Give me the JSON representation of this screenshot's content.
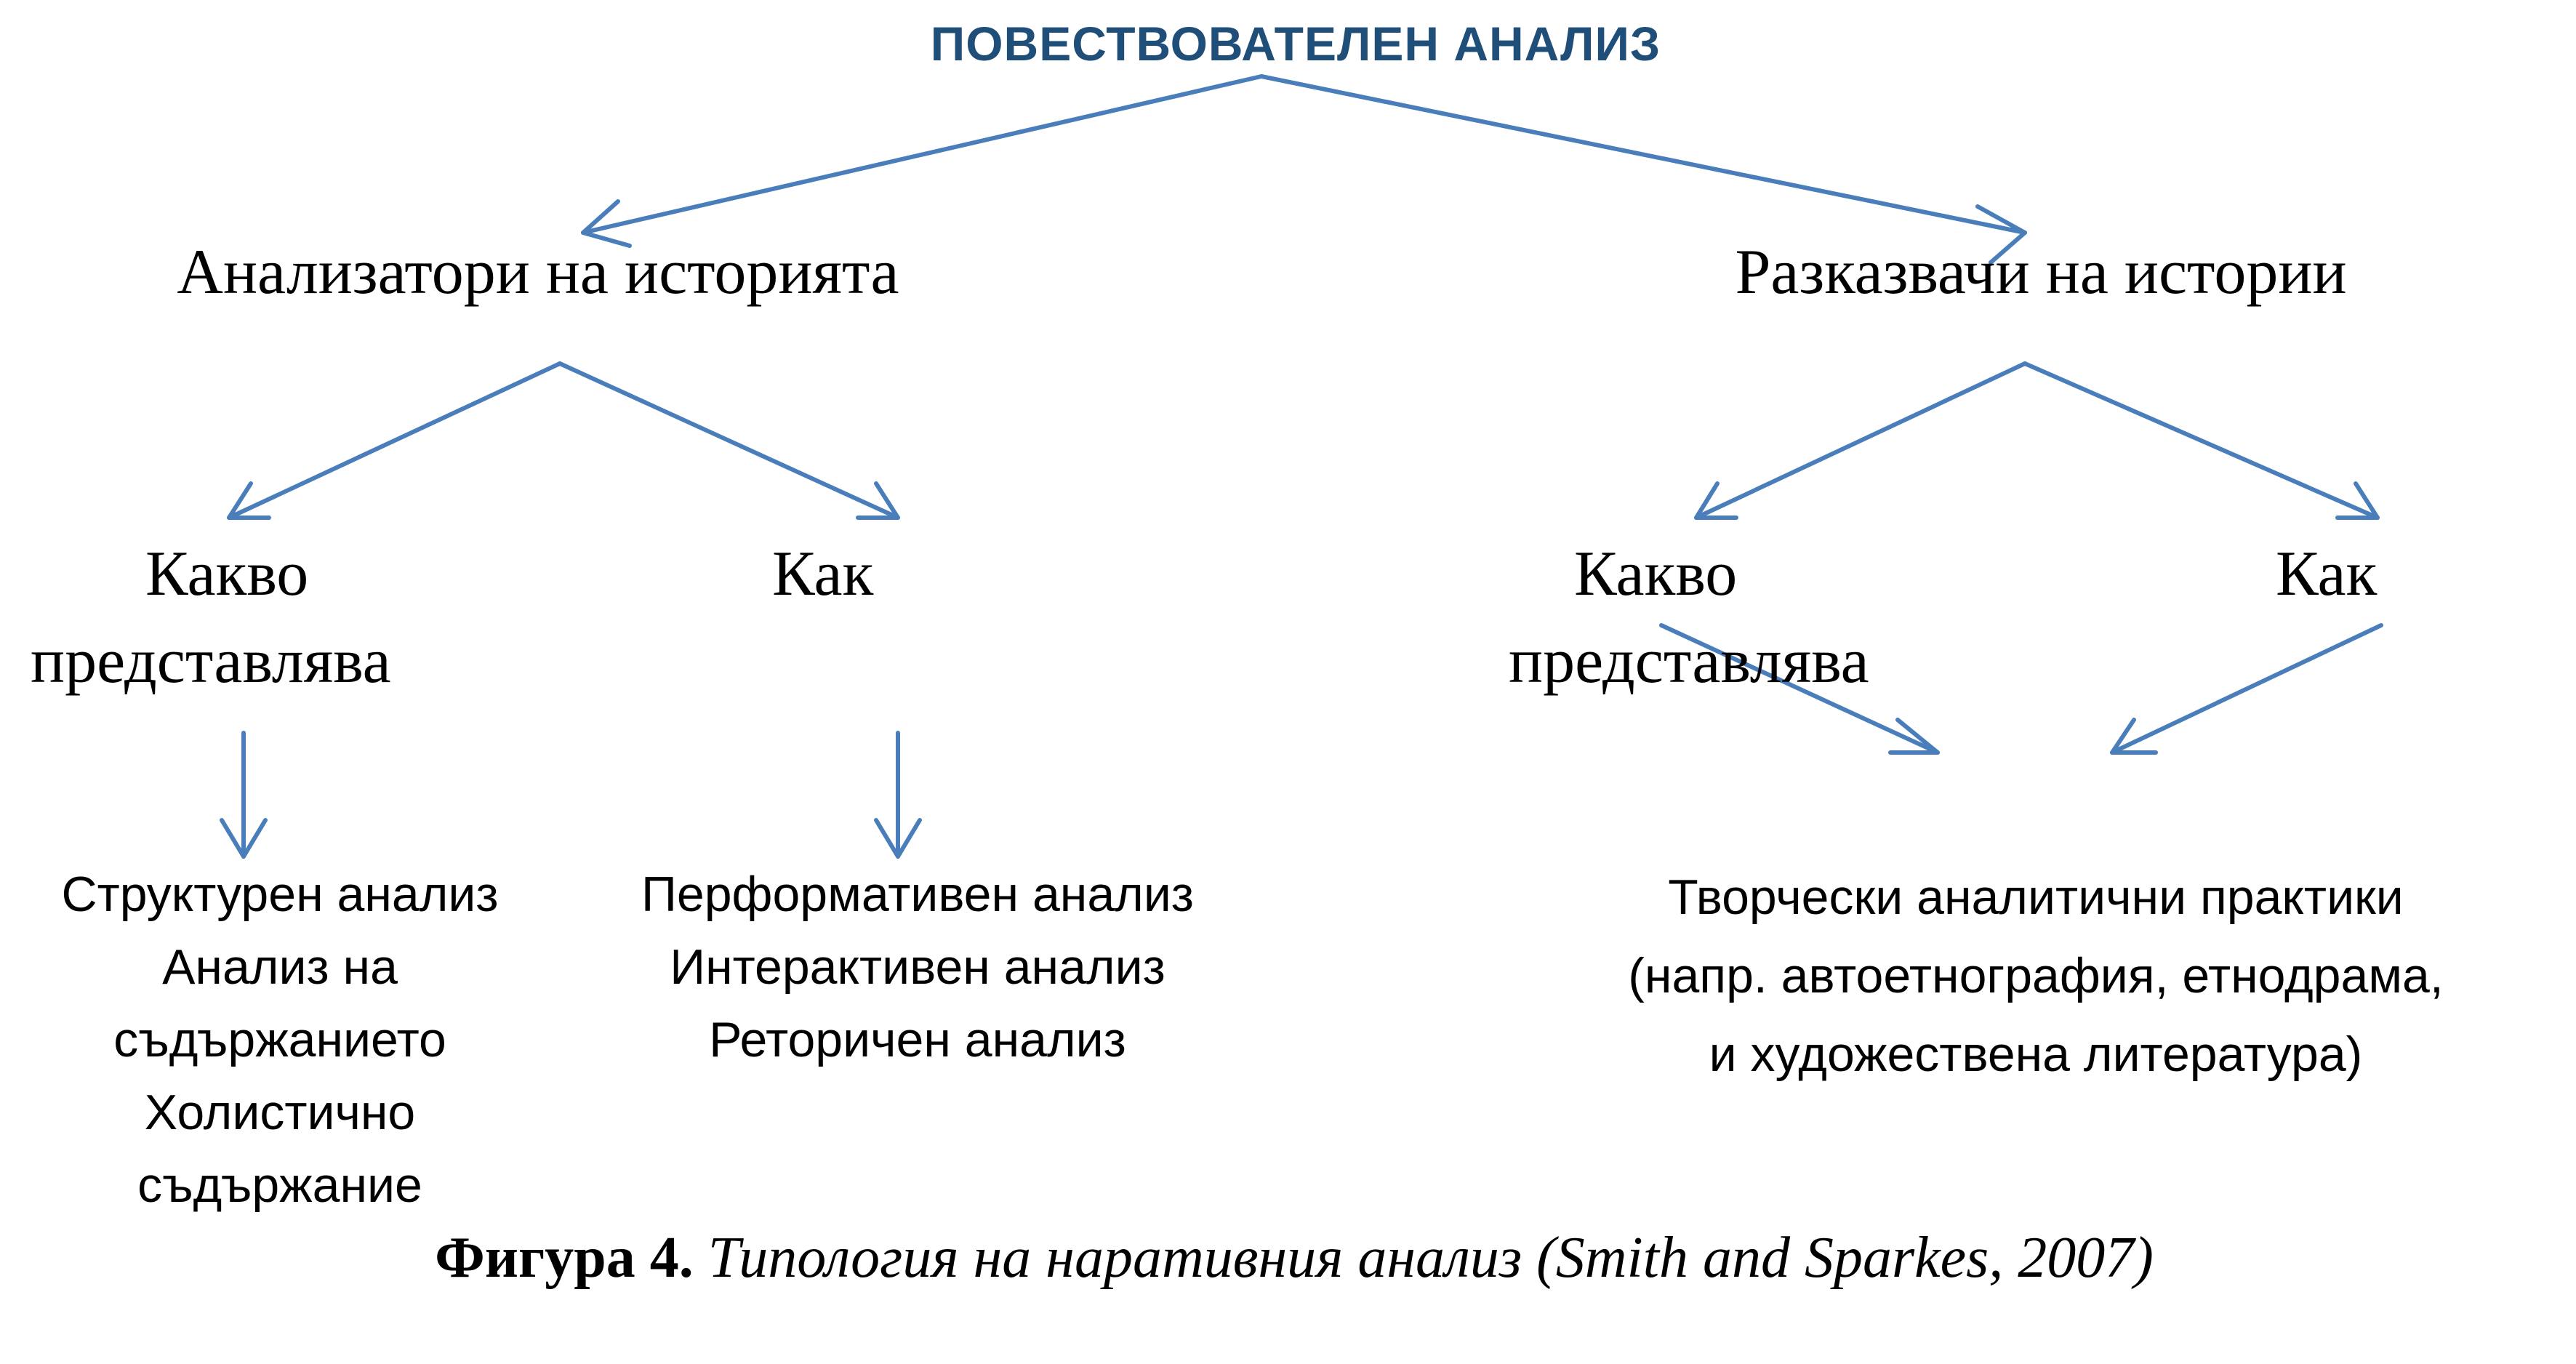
{
  "title": "ПОВЕСТВОВАТЕЛЕН АНАЛИЗ",
  "level1": {
    "left": "Анализатори на историята",
    "right": "Разказвачи на истории"
  },
  "level2": {
    "left_what_line1": "Какво",
    "left_what_line2": "представлява",
    "left_how": "Как",
    "right_what_line1": "Какво",
    "right_what_line2": "представлява",
    "right_how": "Как"
  },
  "level3": {
    "structural": [
      "Структурен анализ",
      "Анализ на",
      "съдържанието",
      "Холистично",
      "съдържание"
    ],
    "performative": [
      "Перформативен анализ",
      "Интерактивен анализ",
      "Реторичен анализ"
    ],
    "creative": [
      "Творчески аналитични практики",
      "(напр. автоетнография, етнодрама,",
      "и художествена литература)"
    ]
  },
  "caption": {
    "label": "Фигура 4.",
    "text": "Типология на наративния анализ (Smith and Sparkes, 2007)"
  },
  "colors": {
    "arrow": "#4a7ebb",
    "title": "#1f4e79"
  }
}
